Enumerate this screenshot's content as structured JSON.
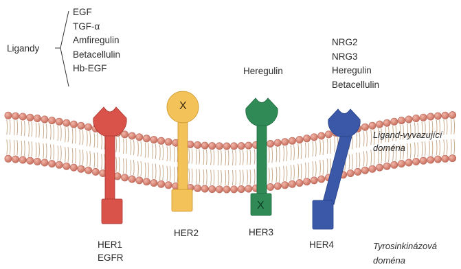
{
  "ligandy_label": "Ligandy",
  "her1_ligands": [
    "EGF",
    "TGF-α",
    "Amfiregulin",
    "Betacellulin",
    "Hb-EGF"
  ],
  "her3_ligands": [
    "Heregulin"
  ],
  "her4_ligands": [
    "NRG2",
    "NRG3",
    "Heregulin",
    "Betacellulin"
  ],
  "receptors": [
    {
      "id": "her1",
      "label": "HER1",
      "sublabel": "EGFR",
      "color": "#d9534a",
      "dark": "#a8352e",
      "mark": ""
    },
    {
      "id": "her2",
      "label": "HER2",
      "color": "#f3c35a",
      "dark": "#c9932a",
      "mark": "X"
    },
    {
      "id": "her3",
      "label": "HER3",
      "color": "#2f8a55",
      "dark": "#1d6a3f",
      "mark": "X"
    },
    {
      "id": "her4",
      "label": "HER4",
      "color": "#3b58a8",
      "dark": "#263f85",
      "mark": ""
    }
  ],
  "annotations": {
    "ligand_binding_line1": "Ligand-vyvazující",
    "ligand_binding_line2": "doména",
    "tyrosine_kinase_line1": "Tyrosinkinázová",
    "tyrosine_kinase_line2": "doména"
  },
  "colors": {
    "lipid_head": "#d98a7a",
    "lipid_head_edge": "#b9695a",
    "lipid_tail": "#c9a98a"
  }
}
